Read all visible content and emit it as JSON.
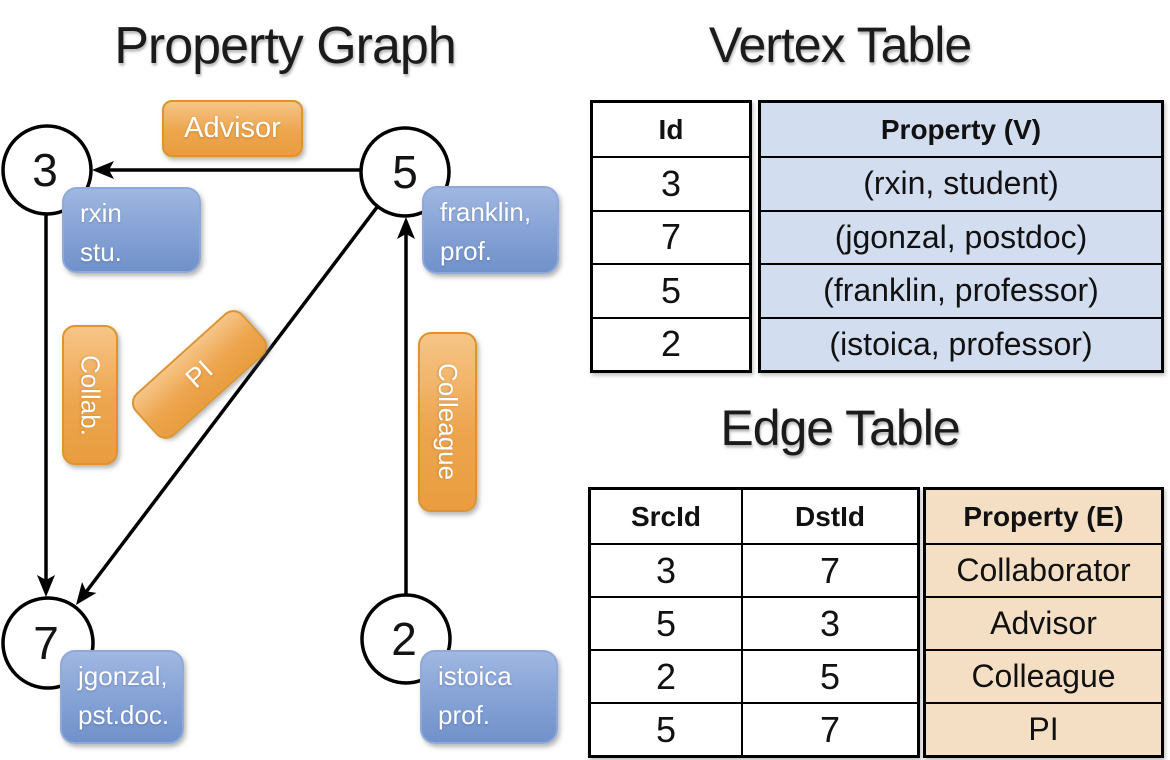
{
  "graph": {
    "title": "Property Graph",
    "nodes": [
      {
        "id": "3",
        "prop_line1": "rxin",
        "prop_line2": "stu."
      },
      {
        "id": "5",
        "prop_line1": "franklin,",
        "prop_line2": "prof."
      },
      {
        "id": "7",
        "prop_line1": "jgonzal,",
        "prop_line2": "pst.doc."
      },
      {
        "id": "2",
        "prop_line1": "istoica",
        "prop_line2": "prof."
      }
    ],
    "edge_labels": {
      "advisor": "Advisor",
      "collab": "Collab.",
      "pi": "PI",
      "colleague": "Colleague"
    }
  },
  "vertex_table": {
    "title": "Vertex Table",
    "columns": {
      "id": "Id",
      "property": "Property (V)"
    },
    "rows": [
      {
        "id": "3",
        "property": "(rxin, student)"
      },
      {
        "id": "7",
        "property": "(jgonzal, postdoc)"
      },
      {
        "id": "5",
        "property": "(franklin, professor)"
      },
      {
        "id": "2",
        "property": "(istoica, professor)"
      }
    ]
  },
  "edge_table": {
    "title": "Edge Table",
    "columns": {
      "src": "SrcId",
      "dst": "DstId",
      "property": "Property (E)"
    },
    "rows": [
      {
        "src": "3",
        "dst": "7",
        "property": "Collaborator"
      },
      {
        "src": "5",
        "dst": "3",
        "property": "Advisor"
      },
      {
        "src": "2",
        "dst": "5",
        "property": "Colleague"
      },
      {
        "src": "5",
        "dst": "7",
        "property": "PI"
      }
    ]
  },
  "colors": {
    "orange_box_top": "#f6c587",
    "orange_box_bottom": "#e99d3f",
    "orange_border": "#dc9330",
    "blue_box_top": "#a0b7e1",
    "blue_box_bottom": "#7091ca",
    "vertex_cell_bg": "#d3ddf0",
    "edge_cell_bg": "#f5dfc4",
    "line_color": "#000000",
    "text_on_boxes": "#ffffff"
  }
}
